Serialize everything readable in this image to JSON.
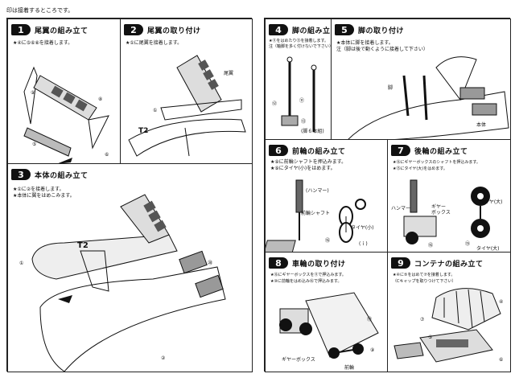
{
  "top_note": "印は接着するところです。",
  "bottom_note": "",
  "steps": [
    {
      "num": "1",
      "title": "尾翼の組み立て",
      "note": "★④に⑤⑥⑧を接着します。",
      "labels": [
        "⑨",
        "⑧",
        "⑤",
        "⑥"
      ]
    },
    {
      "num": "2",
      "title": "尾翼の取り付け",
      "note": "★①に尾翼を接着します。",
      "labels": [
        "尾翼",
        "①",
        "T2"
      ]
    },
    {
      "num": "3",
      "title": "本体の組み立て",
      "note": "★①に②を接着します。\n★本体に翼をはめこみます。",
      "labels": [
        "①",
        "T2",
        "②",
        "⑳"
      ]
    },
    {
      "num": "4",
      "title": "脚の組み立て",
      "note": "★⑪をはめたり⑬を接着します。\n注（軸脚を多く付けないで下さい）",
      "labels": [
        "⑫",
        "⑪",
        "⑬",
        "(脚６本組)"
      ]
    },
    {
      "num": "5",
      "title": "脚の取り付け",
      "note": "★本体に脚を接着します。\n注（脚は後で動くように接着して下さい）",
      "labels": [
        "脚",
        "本体"
      ]
    },
    {
      "num": "6",
      "title": "前輪の組み立て",
      "note": "★⑨に前輪シャフトを押込みます。\n★⑨にタイヤ(小)をはめます。",
      "labels": [
        "(ハンマー)",
        "前輪シャフト",
        "タイヤ(小)",
        "⑯",
        "(ｉ)"
      ]
    },
    {
      "num": "7",
      "title": "後輪の組み立て",
      "note": "★⑯にギヤーボックスのシャフトを押込みます。\n★⑮にタイヤ(大)をはめます。",
      "labels": [
        "ハンマー",
        "ギヤー\nボックス",
        "タイヤ(大)",
        "⑯",
        "⑮",
        "タイヤ(大)"
      ]
    },
    {
      "num": "8",
      "title": "車輪の取り付け",
      "note": "★⑯にギヤーボックスを⑪で押込みます。\n★⑩に前輪をはめ込み⑯で押込みます。",
      "labels": [
        "⑲",
        "ギヤーボックス",
        "前輪",
        "⑨"
      ]
    },
    {
      "num": "9",
      "title": "コンテナの組み立て",
      "note": "★④に⑤をはめて⑦を接着します。\n（Cキャップを取りつけて下さい）",
      "labels": [
        "④",
        "⑦",
        "⑤",
        "⑥"
      ]
    }
  ]
}
